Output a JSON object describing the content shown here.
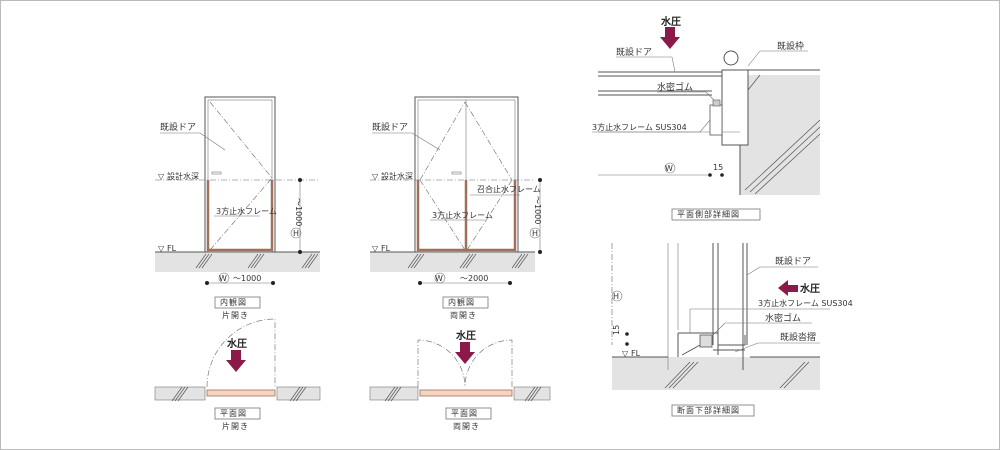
{
  "labels": {
    "existing_door": "既設ドア",
    "design_depth": "設計水深",
    "fl": "FL",
    "three_side_frame": "3方止水フレーム",
    "meeting_frame": "召合止水フレーム",
    "three_side_frame_sus": "3方止水フレーム SUS304",
    "watertight_rubber": "水密ゴム",
    "existing_frame": "既設枠",
    "existing_sill": "既設沓摺",
    "water_pressure": "水圧",
    "w_symbol": "W",
    "h_symbol": "H",
    "fifteen": "15"
  },
  "dimensions": {
    "single_width": "～1000",
    "double_width": "～2000",
    "height": "～1000"
  },
  "captions": {
    "elev_single": {
      "title": "内観図",
      "sub": "片開き"
    },
    "elev_double": {
      "title": "内観図",
      "sub": "両開き"
    },
    "plan_single": {
      "title": "平面図",
      "sub": "片開き"
    },
    "plan_double": {
      "title": "平面図",
      "sub": "両開き"
    },
    "plan_detail": {
      "title": "平面側部詳細図"
    },
    "section_detail": {
      "title": "断面下部詳細図"
    }
  },
  "colors": {
    "arrow": "#8b1a4a",
    "frame": "#a0705a",
    "ground": "#e3e3e3"
  }
}
